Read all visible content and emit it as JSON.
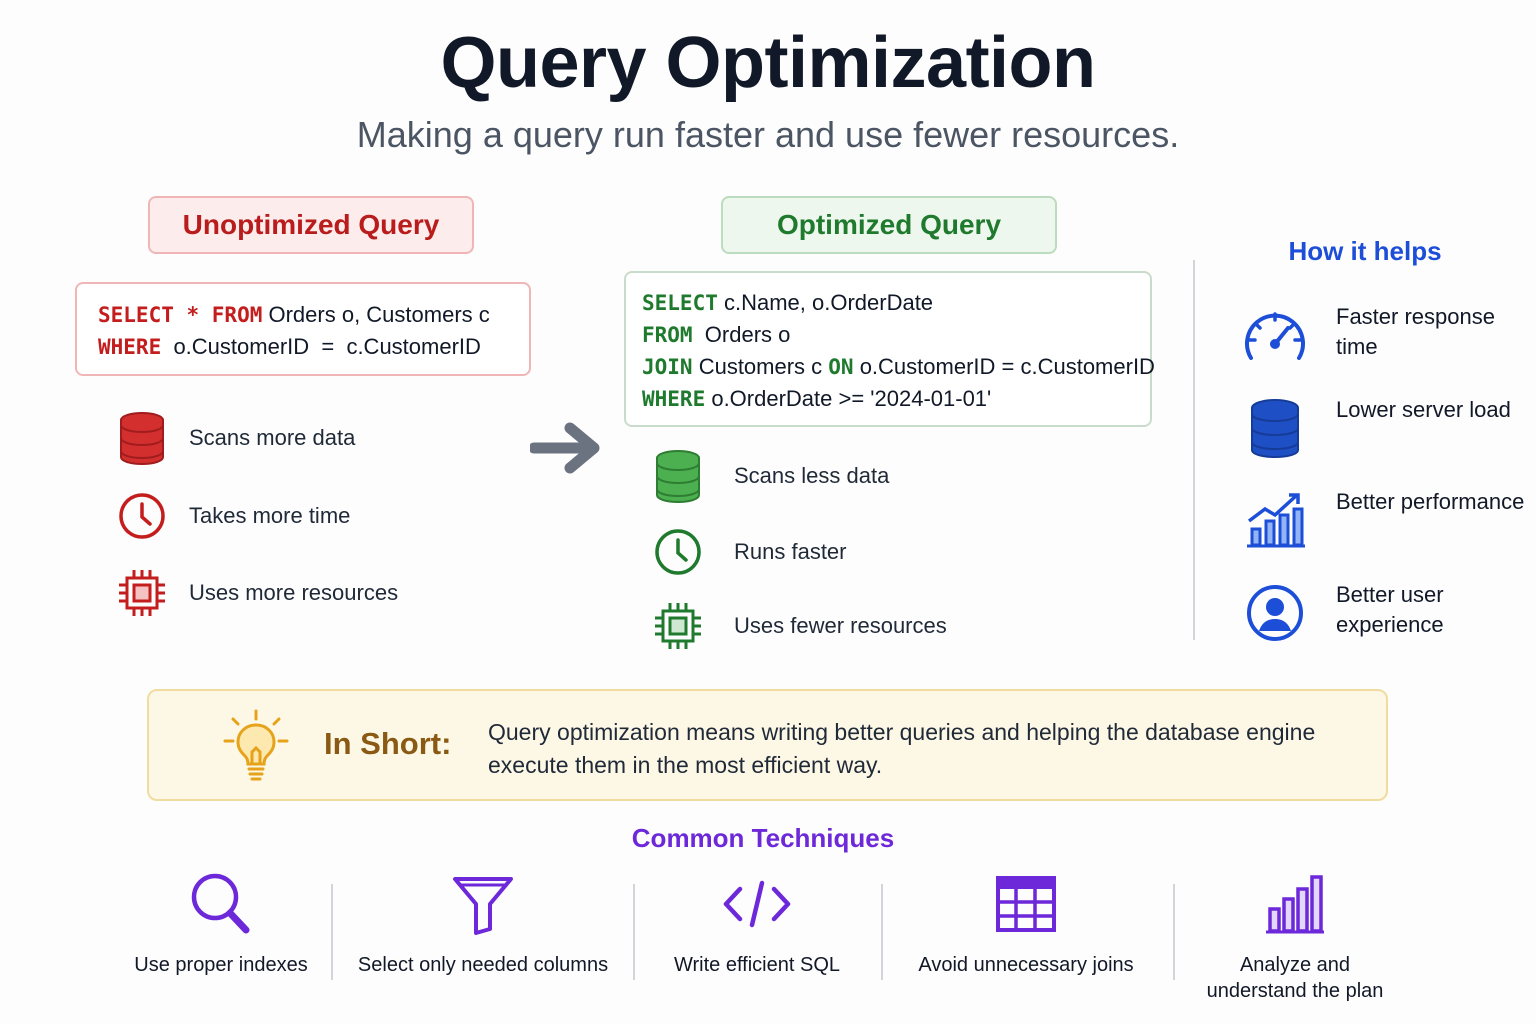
{
  "header": {
    "title": "Query Optimization",
    "subtitle": "Making a query run faster and use fewer resources."
  },
  "unoptimized": {
    "label": "Unoptimized Query",
    "code": {
      "kw1": "SELECT * FROM",
      "rest1": " Orders o, Customers c",
      "kw2": "WHERE",
      "rest2": "  o.CustomerID  =  c.CustomerID"
    },
    "features": [
      {
        "icon": "database-icon",
        "label": "Scans more data"
      },
      {
        "icon": "clock-icon",
        "label": "Takes more time"
      },
      {
        "icon": "chip-icon",
        "label": "Uses more resources"
      }
    ],
    "color": "#c41d1d"
  },
  "optimized": {
    "label": "Optimized Query",
    "code": {
      "kw1": "SELECT",
      "rest1": " c.Name, o.OrderDate",
      "kw2": "FROM",
      "rest2": "  Orders o",
      "kw3": "JOIN",
      "rest3a": " Customers c ",
      "kw3b": "ON",
      "rest3b": " o.CustomerID = c.CustomerID",
      "kw4": "WHERE",
      "rest4": " o.OrderDate >= '2024-01-01'"
    },
    "features": [
      {
        "icon": "database-icon",
        "label": "Scans less data"
      },
      {
        "icon": "clock-icon",
        "label": "Runs faster"
      },
      {
        "icon": "chip-icon",
        "label": "Uses fewer resources"
      }
    ],
    "color": "#1f7a2e"
  },
  "benefits": {
    "title": "How it helps",
    "items": [
      {
        "icon": "speedometer-icon",
        "label": "Faster response time"
      },
      {
        "icon": "database-icon",
        "label": "Lower server load"
      },
      {
        "icon": "growth-chart-icon",
        "label": "Better performance"
      },
      {
        "icon": "user-icon",
        "label": "Better user experience"
      }
    ],
    "color": "#1d4ed8"
  },
  "summary": {
    "heading": "In Short:",
    "text": "Query optimization means writing better queries and helping the database engine execute them in the most efficient way."
  },
  "techniques": {
    "title": "Common Techniques",
    "items": [
      {
        "icon": "magnifier-icon",
        "label": "Use proper indexes"
      },
      {
        "icon": "filter-icon",
        "label": "Select only needed columns"
      },
      {
        "icon": "code-icon",
        "label": "Write efficient SQL"
      },
      {
        "icon": "table-icon",
        "label": "Avoid unnecessary joins"
      },
      {
        "icon": "bar-chart-icon",
        "label": "Analyze and understand the plan"
      }
    ],
    "color": "#6d28d9"
  }
}
